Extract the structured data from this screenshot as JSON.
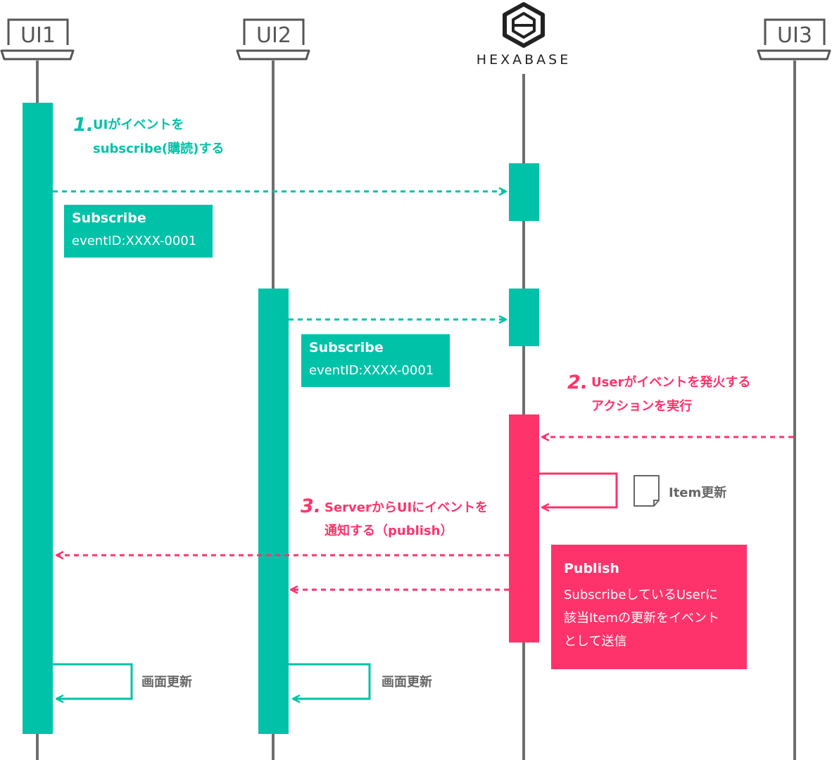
{
  "colors": {
    "teal": "#00C2A8",
    "pink": "#FF336B",
    "lifeline": "#6E6E6E",
    "label_gray": "#666666"
  },
  "participants": [
    {
      "id": "ui1",
      "label": "UI1",
      "icon": "laptop-icon"
    },
    {
      "id": "ui2",
      "label": "UI2",
      "icon": "laptop-icon"
    },
    {
      "id": "hexabase",
      "label": "HEXABASE",
      "icon": "hexabase-logo"
    },
    {
      "id": "ui3",
      "label": "UI3",
      "icon": "laptop-icon"
    }
  ],
  "steps": [
    {
      "number": "1.",
      "lines": [
        "UIがイベントを",
        "subscribe(購読)する"
      ]
    },
    {
      "number": "2.",
      "lines": [
        "Userがイベントを発火する",
        "アクションを実行"
      ]
    },
    {
      "number": "3.",
      "lines": [
        "ServerからUIにイベントを",
        "通知する（publish）"
      ]
    }
  ],
  "boxes": {
    "subscribe_ui1": {
      "title": "Subscribe",
      "lines": [
        "eventID:XXXX-0001"
      ]
    },
    "subscribe_ui2": {
      "title": "Subscribe",
      "lines": [
        "eventID:XXXX-0001"
      ]
    },
    "publish": {
      "title": "Publish",
      "lines": [
        "SubscribeしているUserに",
        "該当Itemの更新をイベント",
        "として送信"
      ]
    }
  },
  "labels": {
    "item_update": "Item更新",
    "screen_update_ui1": "画面更新",
    "screen_update_ui2": "画面更新"
  }
}
